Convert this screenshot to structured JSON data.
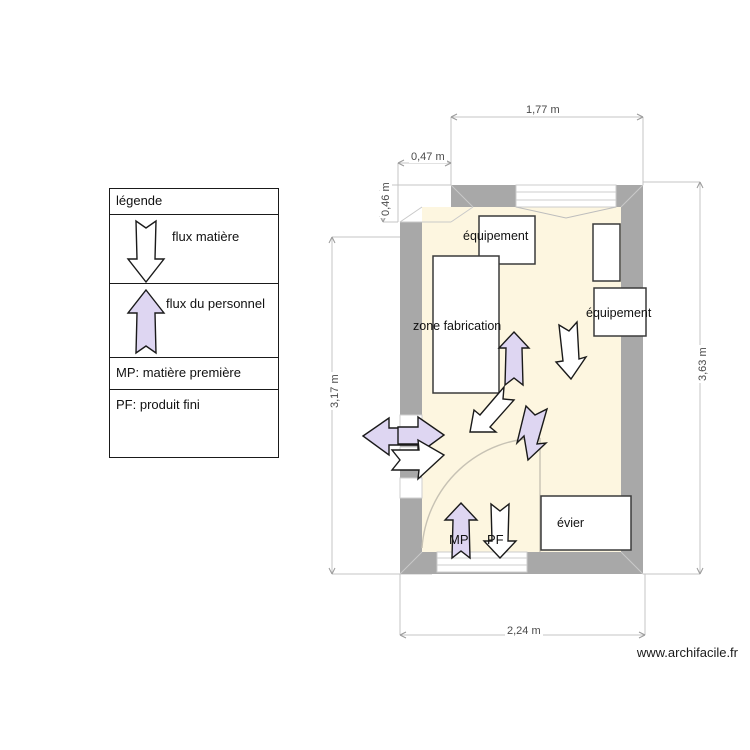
{
  "app": {
    "watermark": "www.archifacile.fr"
  },
  "legend": {
    "title": "légende",
    "rows": [
      {
        "icon": "down-arrow-white",
        "label": "flux matière"
      },
      {
        "icon": "up-arrow-purple",
        "label": "flux du personnel"
      },
      {
        "icon": "none",
        "label": "MP: matière première"
      },
      {
        "icon": "none",
        "label": "PF: produit fini"
      }
    ]
  },
  "dimensions": {
    "top_inner": "0,47 m",
    "top_main": "1,77 m",
    "left_small": "0,46 m",
    "left_main": "3,17 m",
    "right_main": "3,63 m",
    "bottom_main": "2,24 m"
  },
  "plan": {
    "rooms": [
      {
        "name": "zone fabrication",
        "label": "zone fabrication"
      }
    ],
    "furniture": [
      {
        "name": "equipement-top",
        "label": "équipement"
      },
      {
        "name": "equipement-right-upper",
        "label": ""
      },
      {
        "name": "equipement-right",
        "label": "équipement"
      },
      {
        "name": "zone-fabrication-block",
        "label": "zone fabrication"
      },
      {
        "name": "evier",
        "label": "évier"
      }
    ],
    "flow_tags": {
      "mp": "MP",
      "pf": "PF"
    }
  },
  "colors": {
    "floor": "#fdf6e0",
    "wall": "#a8a8a8",
    "purple_arrow": "#ded6f2",
    "white_arrow": "#ffffff",
    "stroke": "#1a1a1a",
    "dim_line": "#bdbdbd"
  }
}
